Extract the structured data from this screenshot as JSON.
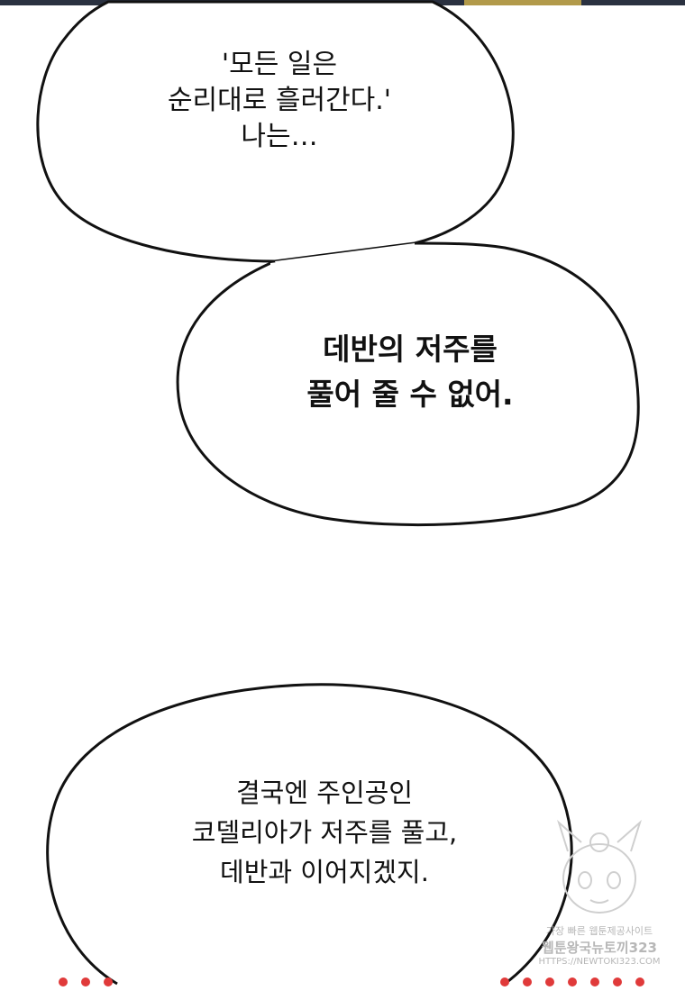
{
  "bubble1": {
    "lines": [
      "'모든 일은",
      "순리대로 흘러간다.'",
      "나는…"
    ]
  },
  "bubble2": {
    "lines": [
      "데반의 저주를",
      "풀어 줄 수 없어."
    ]
  },
  "bubble3": {
    "lines": [
      "결국엔 주인공인",
      "코델리아가 저주를 풀고,",
      "데반과 이어지겠지."
    ]
  },
  "watermark": {
    "line1": "가장 빠른 웹툰제공사이트",
    "line2": "웹툰왕국뉴토끼323",
    "line3": "HTTPS://NEWTOKI323.COM"
  },
  "colors": {
    "bubble_fill": "#ffffff",
    "bubble_stroke": "#111111",
    "dot_color": "#e03a3a"
  }
}
